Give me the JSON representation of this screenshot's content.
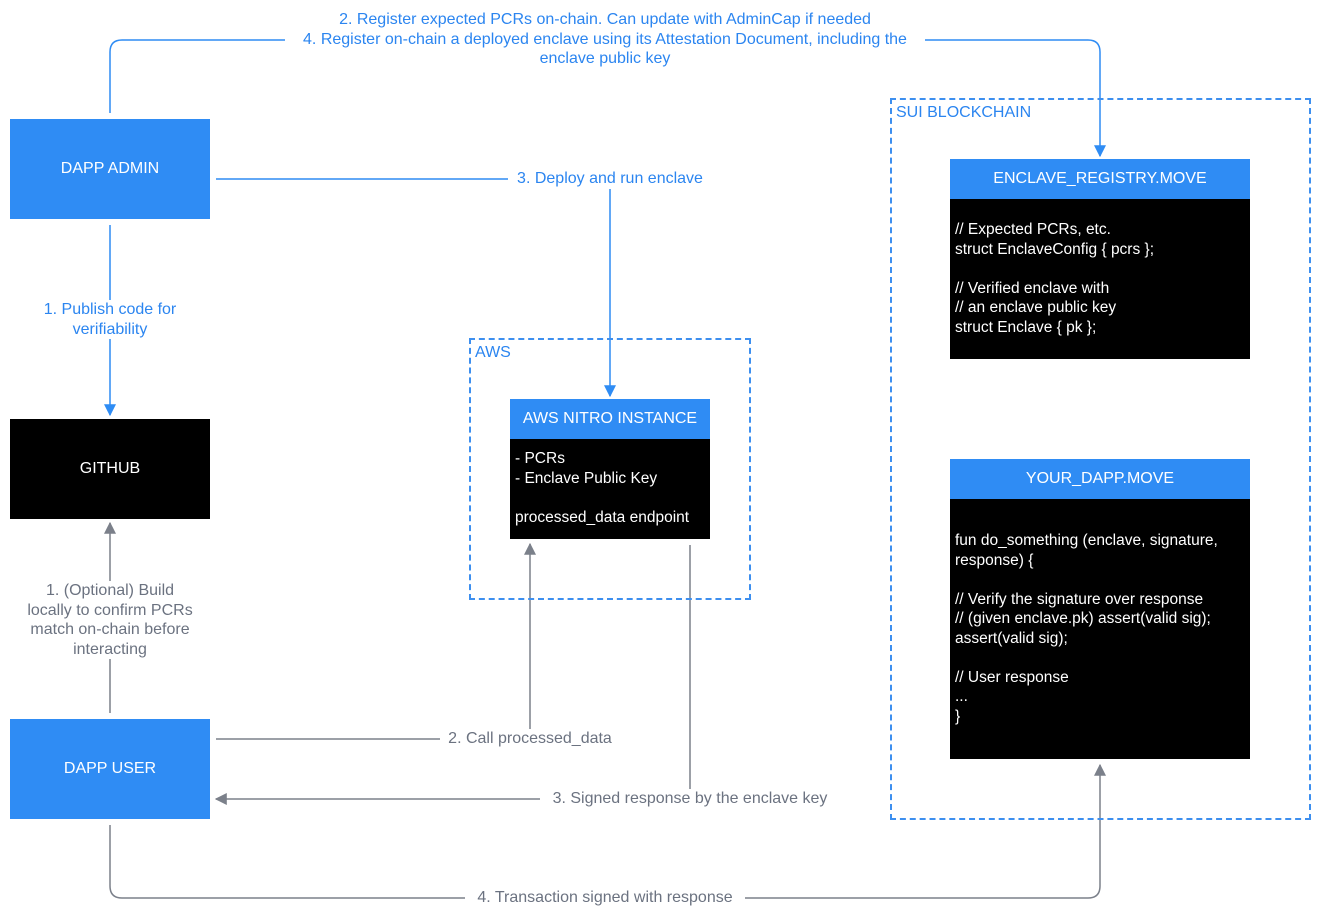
{
  "colors": {
    "accent": "#2f8cf4",
    "accent_text": "#2b85f0",
    "gray_arrow": "#7b808a",
    "gray_text": "#6b7280",
    "code_background": "#000000"
  },
  "regions": {
    "sui": {
      "title": "SUI BLOCKCHAIN"
    },
    "aws": {
      "title": "AWS"
    }
  },
  "nodes": {
    "dapp_admin": "DAPP ADMIN",
    "github": "GITHUB",
    "dapp_user": "DAPP USER"
  },
  "cards": {
    "nitro": {
      "title": "AWS NITRO INSTANCE",
      "lines": [
        "- PCRs",
        "- Enclave Public Key",
        "",
        "processed_data endpoint"
      ]
    },
    "registry": {
      "title": "ENCLAVE_REGISTRY.MOVE",
      "lines": [
        "// Expected PCRs, etc.",
        "struct EnclaveConfig { pcrs };",
        "",
        "// Verified enclave with",
        "// an enclave public key",
        "struct Enclave { pk };"
      ]
    },
    "your_dapp": {
      "title": "YOUR_DAPP.MOVE",
      "lines": [
        "fun do_something (enclave, signature,",
        "response) {",
        "",
        "// Verify the signature over response",
        "// (given enclave.pk) assert(valid sig);",
        "assert(valid sig);",
        "",
        "// User response",
        "...",
        "}"
      ]
    }
  },
  "edge_labels": {
    "register": [
      "2. Register expected PCRs on-chain. Can update with AdminCap if needed",
      "4. Register on-chain a deployed enclave using its Attestation Document, including the",
      "enclave public key"
    ],
    "deploy": [
      "3. Deploy and run enclave"
    ],
    "publish": [
      "1. Publish code for",
      "verifiability"
    ],
    "build": [
      "1. (Optional) Build",
      "locally to confirm PCRs",
      "match on-chain before",
      "interacting"
    ],
    "call": [
      "2. Call processed_data"
    ],
    "signed": [
      "3. Signed response by the enclave key"
    ],
    "transaction": [
      "4. Transaction signed with response"
    ]
  }
}
